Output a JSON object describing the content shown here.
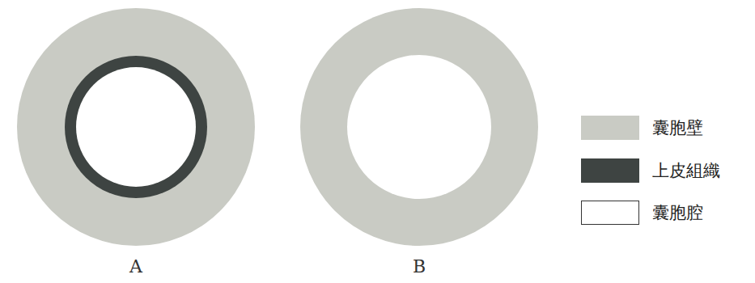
{
  "diagram": {
    "labels": [
      "A",
      "B"
    ],
    "legend": [
      {
        "text": "囊胞壁",
        "color": "#c9cbc4"
      },
      {
        "text": "上皮組織",
        "color": "#3e4442"
      },
      {
        "text": "囊胞腔",
        "color": "#ffffff"
      }
    ]
  }
}
